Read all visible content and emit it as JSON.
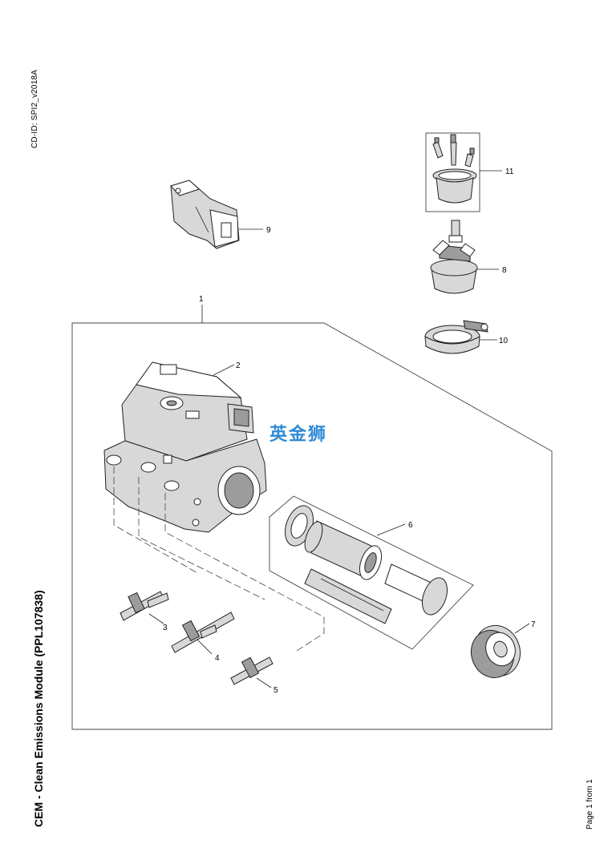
{
  "header": {
    "cd_id": "CD-ID: SPI2_v2018A"
  },
  "document": {
    "title": "CEM - Clean Emissions Module (PPL107838)"
  },
  "footer": {
    "page": "Page 1 from 1"
  },
  "watermark": {
    "text": "英金狮",
    "color": "#2f8ad6"
  },
  "callouts": [
    "1",
    "2",
    "3",
    "4",
    "5",
    "6",
    "7",
    "8",
    "9",
    "10",
    "11"
  ]
}
